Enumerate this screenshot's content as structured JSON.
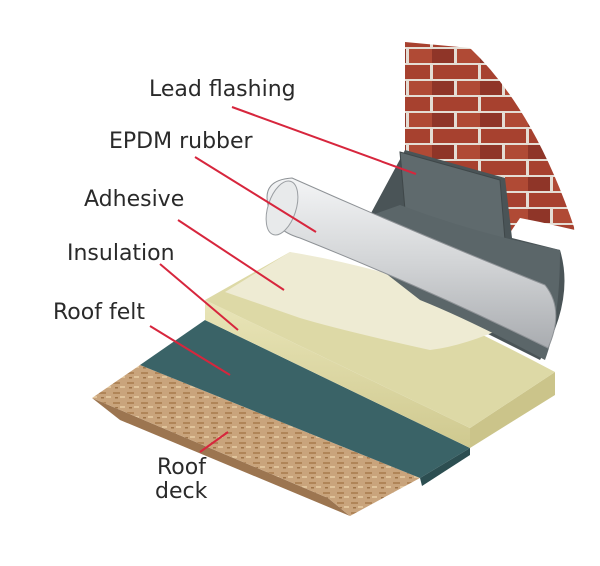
{
  "labels": {
    "lead_flashing": "Lead flashing",
    "epdm_rubber": "EPDM rubber",
    "adhesive": "Adhesive",
    "insulation": "Insulation",
    "roof_felt": "Roof felt",
    "roof_deck_line1": "Roof",
    "roof_deck_line2": "deck"
  },
  "colors": {
    "brick": "#9c3b2c",
    "mortar": "#e4ddd4",
    "wall_membrane": "#4d5659",
    "lead_flashing": "#5f6a6d",
    "epdm_roll": "#d9dbdd",
    "adhesive": "#ece9cf",
    "insulation": "#ddd9a6",
    "roof_felt": "#3a6367",
    "osb_deck": "#c7a27a",
    "leader_line": "#d7263d"
  }
}
